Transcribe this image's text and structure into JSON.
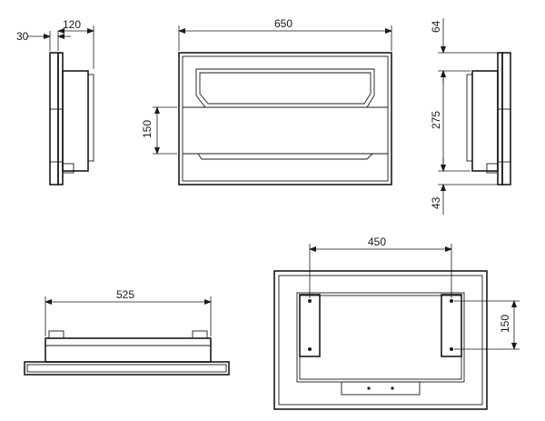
{
  "dimensions": {
    "side_left_offset": "30",
    "side_left_depth": "120",
    "front_width": "650",
    "front_opening_height": "150",
    "side_right_top": "64",
    "side_right_middle": "275",
    "side_right_bottom": "43",
    "top_view_width": "525",
    "back_mount_width": "450",
    "back_mount_height": "150"
  },
  "colors": {
    "line": "#1a1a1a",
    "background": "#ffffff"
  }
}
